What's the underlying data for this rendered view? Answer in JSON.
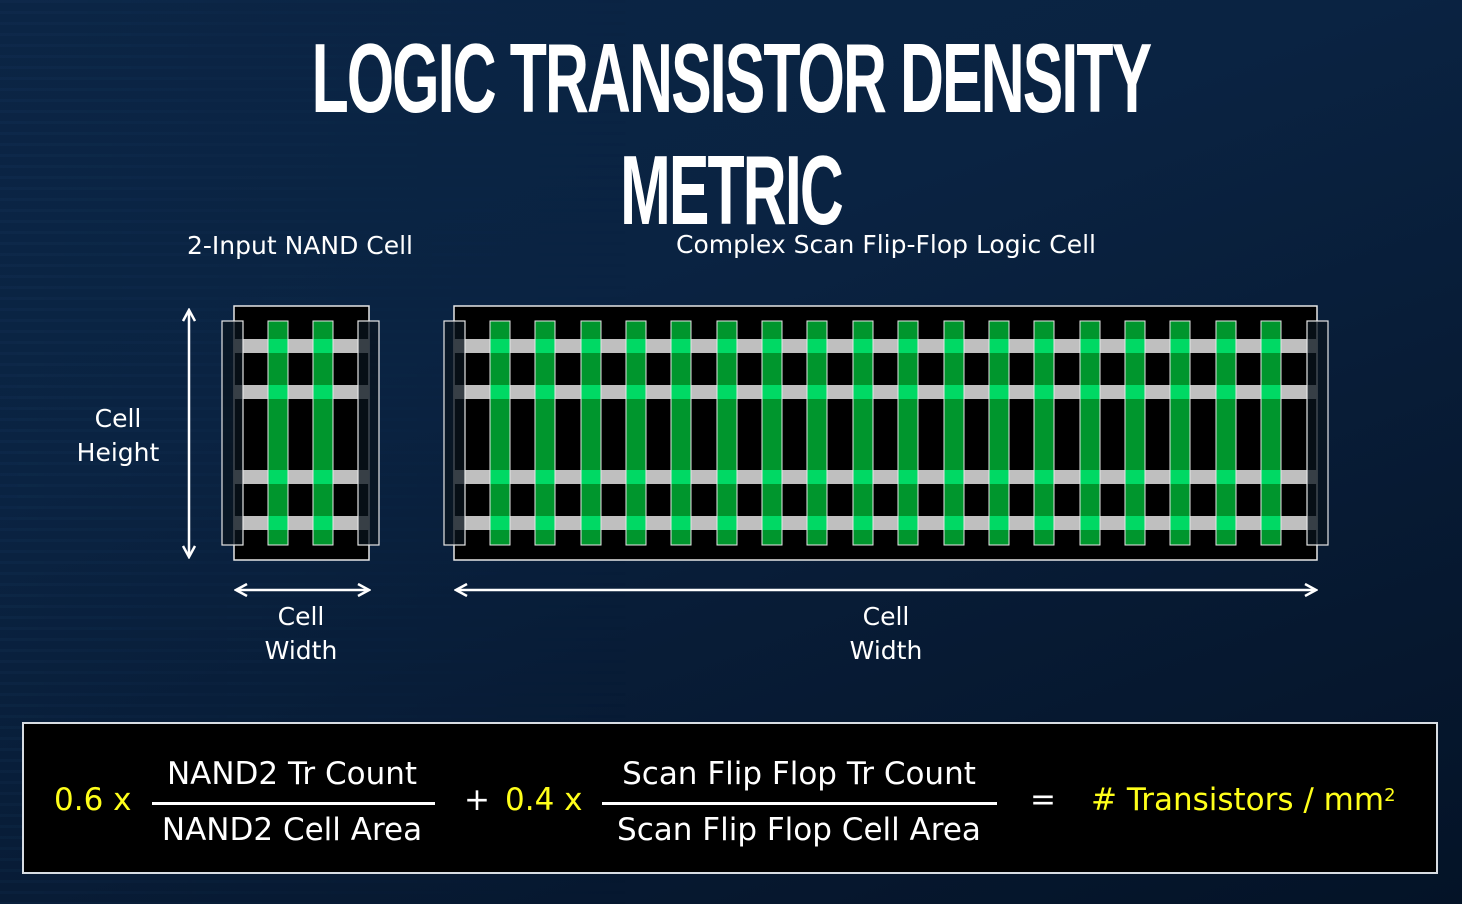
{
  "title": "LOGIC TRANSISTOR DENSITY METRIC",
  "colors": {
    "background": "#0a2342",
    "cell_fill": "#000000",
    "gate_dark_green": "#00962d",
    "gate_light_green": "#00d964",
    "metal_gray": "#bfbfbf",
    "formula_yellow": "#ffff1a"
  },
  "diagram": {
    "nand_cell": {
      "label": "2-Input NAND Cell",
      "gate_count": 2,
      "metal_tracks": 4,
      "height_label_line1": "Cell",
      "height_label_line2": "Height",
      "width_label_line1": "Cell",
      "width_label_line2": "Width"
    },
    "flipflop_cell": {
      "label": "Complex Scan Flip-Flop Logic Cell",
      "gate_count": 18,
      "metal_tracks": 4,
      "width_label_line1": "Cell",
      "width_label_line2": "Width"
    }
  },
  "formula": {
    "term1": {
      "coefficient": "0.6 x",
      "numerator": "NAND2 Tr Count",
      "denominator": "NAND2 Cell Area"
    },
    "plus": "+",
    "term2": {
      "coefficient": "0.4 x",
      "numerator": "Scan Flip Flop Tr Count",
      "denominator": "Scan Flip Flop Cell Area"
    },
    "equals": "=",
    "result": "# Transistors / mm",
    "result_superscript": "2"
  }
}
